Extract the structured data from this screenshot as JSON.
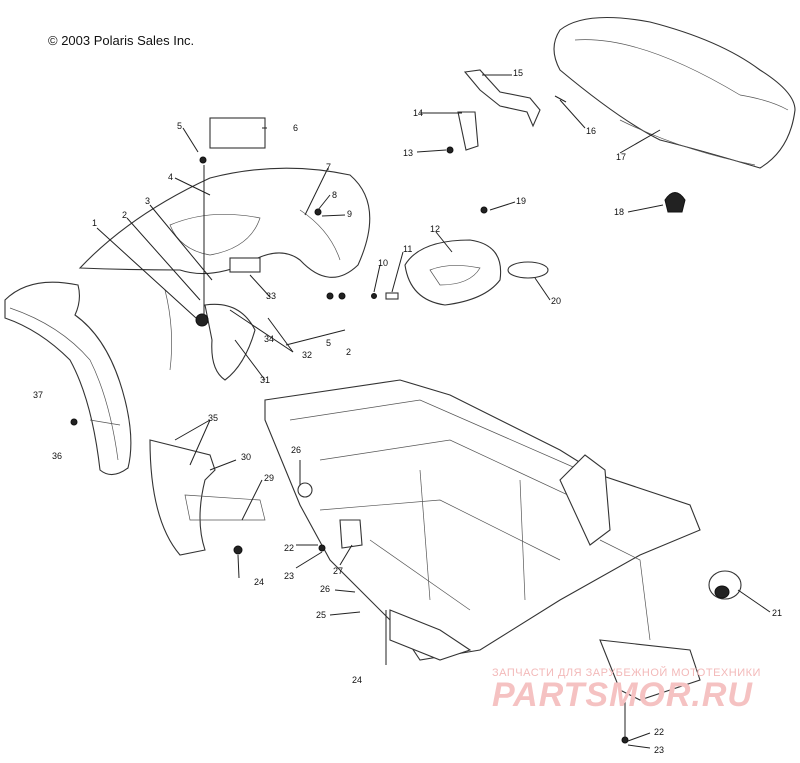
{
  "copyright": "© 2003 Polaris Sales Inc.",
  "watermark": {
    "tagline": "ЗАПЧАСТИ ДЛЯ ЗАРУБЕЖНОЙ МОТОТЕХНИКИ",
    "brand": "PARTSMOR.RU"
  },
  "callouts": {
    "c1": "1",
    "c2a": "2",
    "c2b": "2",
    "c3": "3",
    "c4": "4",
    "c5a": "5",
    "c5b": "5",
    "c6": "6",
    "c7": "7",
    "c8": "8",
    "c9": "9",
    "c10": "10",
    "c11": "11",
    "c12": "12",
    "c13": "13",
    "c14": "14",
    "c15": "15",
    "c16": "16",
    "c17": "17",
    "c18": "18",
    "c19": "19",
    "c20": "20",
    "c21": "21",
    "c22a": "22",
    "c22b": "22",
    "c23a": "23",
    "c23b": "23",
    "c24a": "24",
    "c24b": "24",
    "c25": "25",
    "c26a": "26",
    "c26b": "26",
    "c27": "27",
    "c29": "29",
    "c30": "30",
    "c31": "31",
    "c32": "32",
    "c33": "33",
    "c34": "34",
    "c35": "35",
    "c36": "36",
    "c37": "37"
  }
}
